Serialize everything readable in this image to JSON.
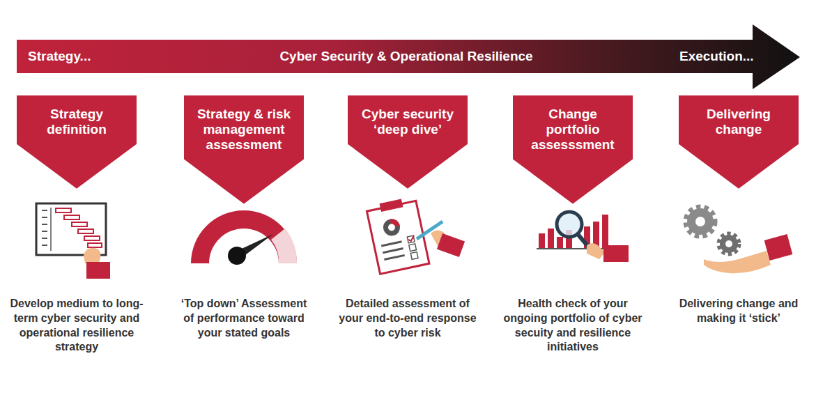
{
  "diagram": {
    "nodes": [
      {
        "text": [
          "Strategy...",
          "Cyber Security & Operational Resilience",
          "Execution..."
        ]
      },
      {
        "text": [
          "Strategy definition"
        ]
      },
      {
        "text": [
          "Strategy & risk management assessment"
        ]
      },
      {
        "text": [
          "Cyber security ‘deep dive’"
        ]
      },
      {
        "text": [
          "Change portfolio assesssment"
        ]
      },
      {
        "text": [
          "Delivering change"
        ]
      }
    ],
    "labels": [
      "Develop medium to long-term cyber security and operational resilience strategy",
      "‘Top down’ Assessment of performance toward your stated goals",
      "Detailed assessment of your end-to-end response to cyber risk",
      "Health check of your ongoing portfolio of cyber secuity and resilience initiatives",
      "Delivering change and making it ‘stick’"
    ]
  }
}
